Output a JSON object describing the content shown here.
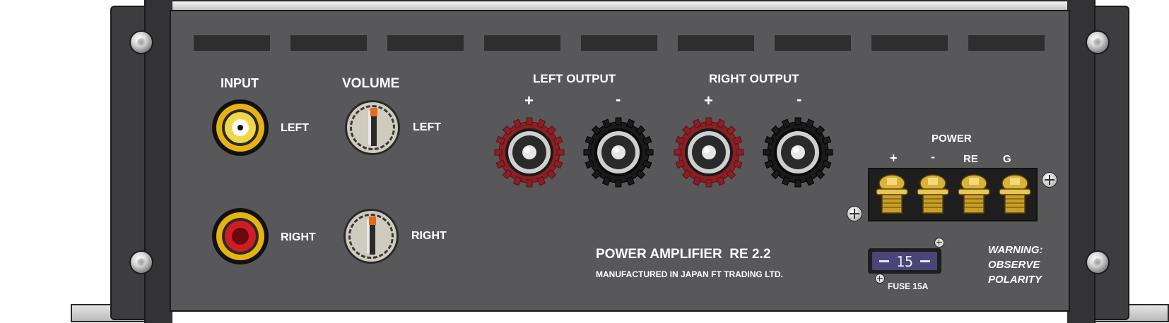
{
  "device": {
    "model_text": "POWER AMPLIFIER  RE 2.2",
    "manufacturer_text": "MANUFACTURED IN JAPAN FT TRADING LTD."
  },
  "input": {
    "title": "INPUT",
    "left_label": "LEFT",
    "right_label": "RIGHT"
  },
  "volume": {
    "title": "VOLUME",
    "left_label": "LEFT",
    "right_label": "RIGHT"
  },
  "outputs": {
    "left_title": "LEFT OUTPUT",
    "right_title": "RIGHT OUTPUT",
    "plus": "+",
    "minus": "-"
  },
  "power": {
    "title": "POWER",
    "terminals": [
      "+",
      "-",
      "RE",
      "G"
    ]
  },
  "fuse": {
    "value": "15",
    "label": "FUSE 15A"
  },
  "warning": {
    "line1": "WARNING:",
    "line2": "OBSERVE",
    "line3": "POLARITY"
  },
  "colors": {
    "panel": "#58585a",
    "frame": "#3a3a3a",
    "rca_left": "#e6b312",
    "rca_right": "#c0161d",
    "knob_indicator": "#e86a14",
    "positive_post": "#8a1f24",
    "negative_post": "#1a1a1a",
    "fuse": "#4a4478"
  }
}
